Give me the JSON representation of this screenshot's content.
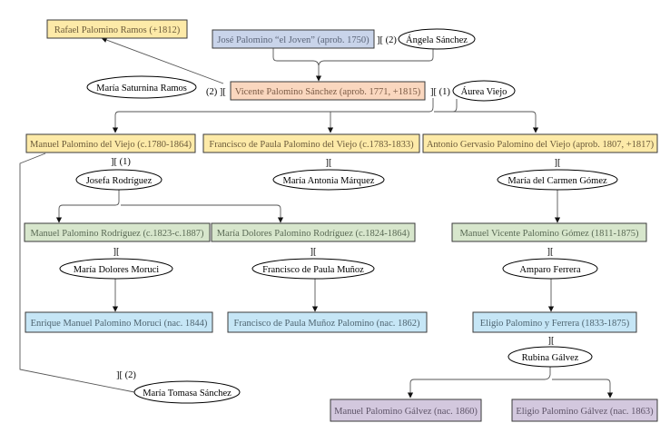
{
  "palette": {
    "gen0": "#fdeaa8",
    "root": "#c9d4ea",
    "gen1": "#fad7bf",
    "gen2": "#fdeaa8",
    "gen3": "#d7e6cc",
    "gen4": "#c6e6f6",
    "gen5": "#d3c8de"
  },
  "people": {
    "rafael": "Rafael Palomino Ramos (+1812)",
    "jose": "José Palomino “el Joven” (aprob. 1750)",
    "vicente": "Vicente Palomino Sánchez (aprob. 1771, +1815)",
    "manuel_viejo": "Manuel Palomino del Viejo (c.1780-1864)",
    "francisco_viejo": "Francisco de Paula Palomino del Viejo (c.1783-1833)",
    "antonio": "Antonio Gervasio Palomino del Viejo (aprob. 1807, +1817)",
    "manuel_rodriguez": "Manuel Palomino Rodríguez (c.1823-c.1887)",
    "maria_dolores_rodriguez": "María Dolores Palomino Rodríguez (c.1824-1864)",
    "manuel_vicente": "Manuel Vicente Palomino Gómez (1811-1875)",
    "enrique": "Enrique Manuel Palomino Moruci (nac. 1844)",
    "francisco_munoz": "Francisco de Paula Muñoz Palomino (nac. 1862)",
    "eligio_ferrera": "Eligio Palomino y Ferrera (1833-1875)",
    "manuel_galvez": "Manuel Palomino Gálvez (nac. 1860)",
    "eligio_galvez": "Eligio Palomino Gálvez (nac. 1863)"
  },
  "spouses": {
    "angela": "Ángela Sánchez",
    "maria_saturnina": "María Saturnina Ramos",
    "aurea": "Áurea Viejo",
    "josefa": "Josefa Rodríguez",
    "maria_antonia": "María Antonia Márquez",
    "maria_carmen": "María del Carmen Gómez",
    "maria_dolores_moruci": "María Dolores Moruci",
    "francisco_munoz_sp": "Francisco de Paula Muñoz",
    "amparo": "Amparo Ferrera",
    "rubina": "Rubina Gálvez",
    "maria_tomasa": "María Tomasa Sánchez"
  },
  "markers": {
    "jose_angela": "][ (2)",
    "vicente_saturnina": "(2) ][",
    "vicente_aurea": "][ (1)",
    "manuel_josefa": "][ (1)",
    "francisco_antonia": "][",
    "antonio_carmen": "][",
    "manuel_moruci": "][",
    "dolores_munoz": "][",
    "vicente_amparo": "][",
    "eligio_rubina": "][",
    "manuel_tomasa": "][ (2)"
  }
}
